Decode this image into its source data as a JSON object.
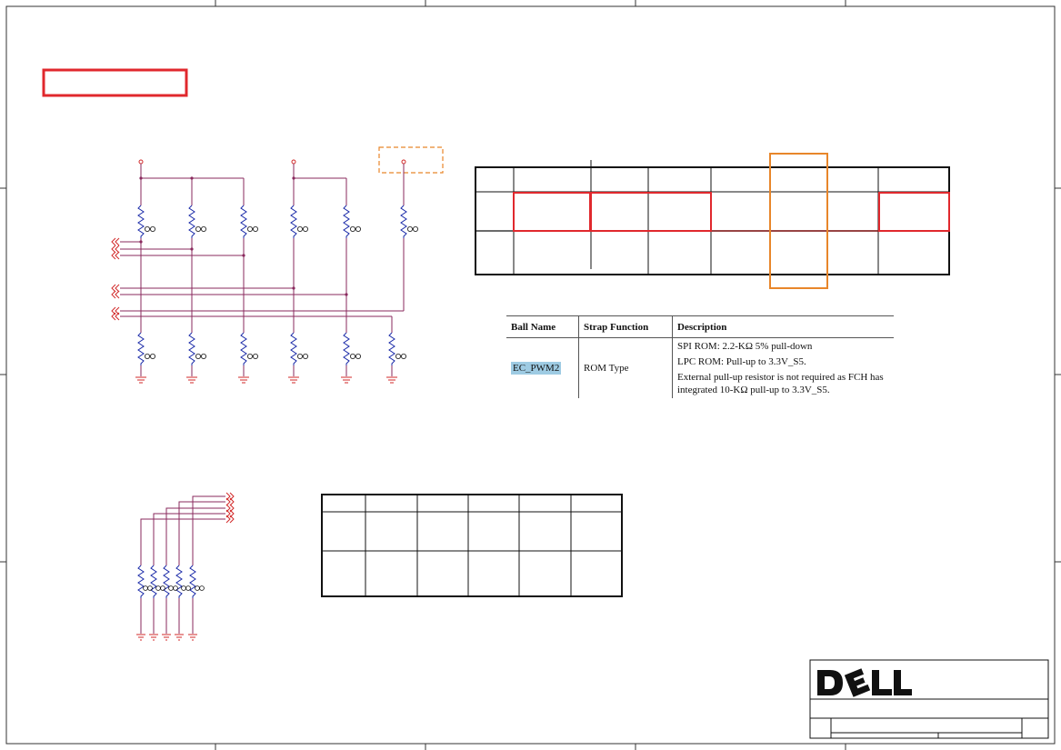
{
  "strap_table": {
    "headers": [
      "Ball Name",
      "Strap Function",
      "Description"
    ],
    "row": {
      "ball_name": "EC_PWM2",
      "strap_function": "ROM Type",
      "description": [
        "SPI ROM: 2.2-KΩ 5% pull-down",
        "LPC ROM: Pull-up to 3.3V_S5.",
        "External pull-up resistor is not required as FCH has",
        "integrated 10-KΩ pull-up to 3.3V_S5."
      ]
    }
  },
  "title_block": {
    "logo_text": "DELL"
  },
  "colors": {
    "wire": "#8a2a5e",
    "resistor": "#1a2aa8",
    "ground": "#d22a2a",
    "highlight_red": "#e0282d",
    "highlight_orange": "#e8862a",
    "frame": "#333333"
  }
}
